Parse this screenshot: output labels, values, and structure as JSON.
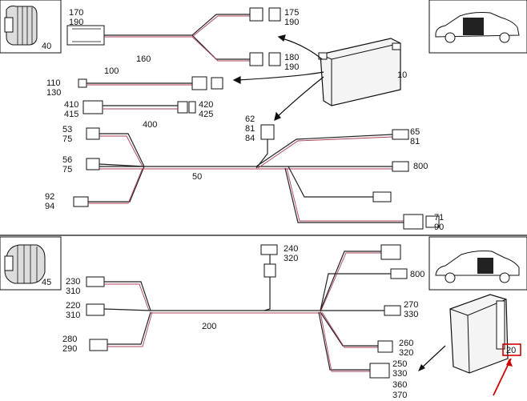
{
  "diagram": {
    "colors": {
      "highlight": "#d00000",
      "wire_trace": "#b0405a",
      "line": "#222222"
    },
    "top_section": {
      "inset_part_label": "40",
      "module_label": "10",
      "harness_labels": {
        "h160": "160",
        "h100": "100",
        "h400": "400",
        "h50": "50"
      },
      "callouts": {
        "c170": "170",
        "c190a": "190",
        "c175": "175",
        "c190b": "190",
        "c180": "180",
        "c190c": "190",
        "c110": "110",
        "c130": "130",
        "c410": "410",
        "c415": "415",
        "c420": "420",
        "c425": "425",
        "c62": "62",
        "c81a": "81",
        "c84": "84",
        "c53": "53",
        "c75a": "75",
        "c56": "56",
        "c75b": "75",
        "c92": "92",
        "c94": "94",
        "c65": "65",
        "c81b": "81",
        "c800a": "800",
        "c71": "71",
        "c90": "90"
      }
    },
    "bottom_section": {
      "inset_part_label": "45",
      "module_label": "20",
      "harness_label": "200",
      "callouts": {
        "c240": "240",
        "c320a": "320",
        "c230": "230",
        "c310a": "310",
        "c220": "220",
        "c310b": "310",
        "c280": "280",
        "c290": "290",
        "c800b": "800",
        "c270": "270",
        "c330a": "330",
        "c260": "260",
        "c320b": "320",
        "c250": "250",
        "c330b": "330",
        "c360": "360",
        "c370": "370"
      }
    }
  }
}
